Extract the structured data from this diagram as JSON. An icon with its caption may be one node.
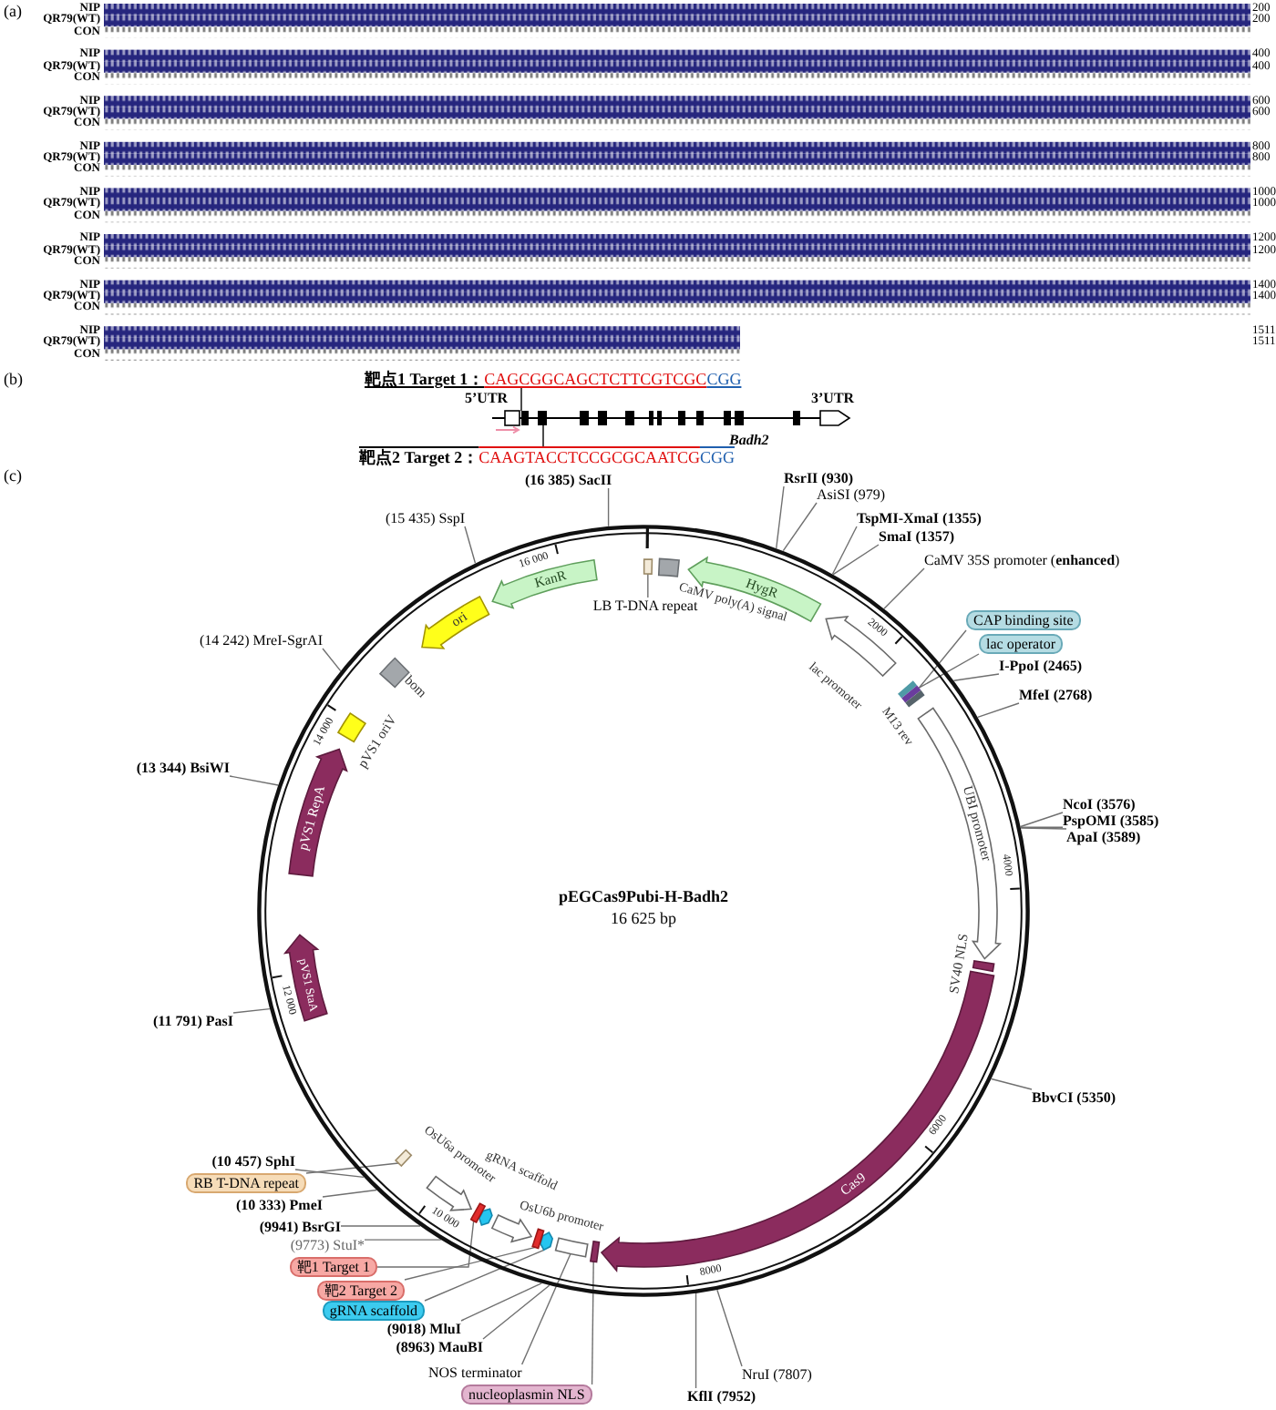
{
  "diagram": {
    "nodes": [
      {
        "text": [
          "靶点1 Target 1：",
          "CAGCGGCAGCTCTTCGTCGC",
          "CGG"
        ]
      },
      {
        "text": [],
        "shape": "picture",
        "beside": [
          "5’UTR",
          "3’UTR",
          "Badh2"
        ]
      },
      {
        "text": [
          "靶点2 Target 2：",
          "CAAGTACCTCCGCGCAATCG",
          "CGG"
        ]
      },
      {
        "text": [
          "pEGCas9Pubi-H-Badh2",
          "16 625 bp"
        ]
      },
      {
        "text": [],
        "shape": "box",
        "in": 3
      },
      {
        "text": [],
        "shape": "box",
        "beside": [
          "CaMV poly(A) signal"
        ],
        "in": 3
      },
      {
        "text": [
          "HygR"
        ],
        "in": 3
      },
      {
        "text": [],
        "shape": "arrow",
        "beside": [
          "lac promoter"
        ],
        "in": 3
      },
      {
        "text": [],
        "shape": "box",
        "beside": [
          "M13 rev"
        ],
        "in": 3
      },
      {
        "text": [
          "UBI promoter"
        ],
        "in": 3
      },
      {
        "text": [],
        "shape": "box",
        "beside": [
          "SV40 NLS"
        ],
        "in": 3
      },
      {
        "text": [
          "Cas9"
        ],
        "in": 3
      },
      {
        "text": [],
        "shape": "box",
        "in": 3
      },
      {
        "text": [],
        "shape": "box",
        "in": 3
      },
      {
        "text": [],
        "shape": "hexagon",
        "in": 3
      },
      {
        "text": [],
        "shape": "box",
        "in": 3
      },
      {
        "text": [],
        "shape": "arrow",
        "beside": [
          "OsU6b promoter"
        ],
        "in": 3
      },
      {
        "text": [],
        "shape": "hexagon",
        "in": 3
      },
      {
        "text": [],
        "shape": "box",
        "in": 3
      },
      {
        "text": [],
        "shape": "arrow",
        "beside": [
          "OsU6a promoter"
        ],
        "in": 3
      },
      {
        "text": [],
        "shape": "box",
        "in": 3
      },
      {
        "text": [
          "pVS1 StaA"
        ],
        "in": 3
      },
      {
        "text": [
          "pVS1 RepA"
        ],
        "in": 3
      },
      {
        "text": [],
        "shape": "box",
        "beside": [
          "pVS1 oriV"
        ],
        "in": 3
      },
      {
        "text": [],
        "shape": "box",
        "beside": [
          "bom"
        ],
        "in": 3
      },
      {
        "text": [
          "ori"
        ],
        "in": 3
      },
      {
        "text": [
          "KanR"
        ],
        "in": 3
      },
      {
        "text": [
          "(16 385) SacII"
        ]
      },
      {
        "text": [
          "RsrII (930)"
        ]
      },
      {
        "text": [
          "AsiSI (979)"
        ]
      },
      {
        "text": [
          "TspMI-XmaI (1355)"
        ]
      },
      {
        "text": [
          "SmaI (1357)"
        ]
      },
      {
        "text": [
          "CaMV 35S promoter (**enhanced**)"
        ]
      },
      {
        "text": [
          "CAP binding site"
        ]
      },
      {
        "text": [
          "lac operator"
        ]
      },
      {
        "text": [
          "I-PpoI (2465)"
        ]
      },
      {
        "text": [
          "MfeI (2768)"
        ]
      },
      {
        "text": [
          "NcoI (3576)"
        ]
      },
      {
        "text": [
          "PspOMI (3585)"
        ]
      },
      {
        "text": [
          "ApaI (3589)"
        ]
      },
      {
        "text": [
          "BbvCI (5350)"
        ]
      },
      {
        "text": [
          "NruI (7807)"
        ]
      },
      {
        "text": [
          "KflI (7952)"
        ]
      },
      {
        "text": [
          "nucleoplasmin NLS"
        ]
      },
      {
        "text": [
          "NOS terminator"
        ]
      },
      {
        "text": [
          "(8963) MauBI"
        ]
      },
      {
        "text": [
          "(9018) MluI"
        ]
      },
      {
        "text": [
          "gRNA scaffold"
        ]
      },
      {
        "text": [
          "靶2 Target 2"
        ]
      },
      {
        "text": [
          "靶1 Target 1"
        ]
      },
      {
        "text": [
          "(9773) StuI*"
        ]
      },
      {
        "text": [
          "(9941) BsrGI"
        ]
      },
      {
        "text": [
          "(10 333) PmeI"
        ]
      },
      {
        "text": [
          "RB T-DNA repeat"
        ]
      },
      {
        "text": [
          "(10 457) SphI"
        ]
      },
      {
        "text": [
          "(11 791) PasI"
        ]
      },
      {
        "text": [
          "(13 344) BsiWI"
        ]
      },
      {
        "text": [
          "(14 242) MreI-SgrAI"
        ]
      },
      {
        "text": [
          "(15 435) SspI"
        ]
      },
      {
        "text": [
          "LB T-DNA repeat"
        ],
        "in": 3
      }
    ],
    "edges": [
      {
        "from": 0,
        "to": 1,
        "arrow": "none",
        "color": "#000000"
      },
      {
        "from": 2,
        "to": 1,
        "arrow": "none",
        "color": "#000000"
      },
      {
        "from": 27,
        "to": 3,
        "arrow": "none"
      },
      {
        "from": 28,
        "to": 3,
        "arrow": "none"
      },
      {
        "from": 29,
        "to": 3,
        "arrow": "none"
      },
      {
        "from": 30,
        "to": 3,
        "arrow": "none"
      },
      {
        "from": 31,
        "to": 3,
        "arrow": "none"
      },
      {
        "from": 32,
        "to": 3,
        "arrow": "none"
      },
      {
        "from": 33,
        "to": 8,
        "arrow": "none"
      },
      {
        "from": 34,
        "to": 8,
        "arrow": "none"
      },
      {
        "from": 35,
        "to": 3,
        "arrow": "none"
      },
      {
        "from": 36,
        "to": 3,
        "arrow": "none"
      },
      {
        "from": 37,
        "to": 3,
        "arrow": "none"
      },
      {
        "from": 38,
        "to": 3,
        "arrow": "none"
      },
      {
        "from": 39,
        "to": 3,
        "arrow": "none"
      },
      {
        "from": 40,
        "to": 3,
        "arrow": "none"
      },
      {
        "from": 41,
        "to": 3,
        "arrow": "none"
      },
      {
        "from": 42,
        "to": 3,
        "arrow": "none"
      },
      {
        "from": 43,
        "to": 12,
        "arrow": "none"
      },
      {
        "from": 44,
        "to": 13,
        "arrow": "none"
      },
      {
        "from": 45,
        "to": 3,
        "arrow": "none"
      },
      {
        "from": 46,
        "to": 3,
        "arrow": "none"
      },
      {
        "from": 47,
        "to": 14,
        "arrow": "none"
      },
      {
        "from": 48,
        "to": 15,
        "arrow": "none"
      },
      {
        "from": 49,
        "to": 18,
        "arrow": "none"
      },
      {
        "from": 50,
        "to": 3,
        "arrow": "none"
      },
      {
        "from": 51,
        "to": 3,
        "arrow": "none"
      },
      {
        "from": 52,
        "to": 3,
        "arrow": "none"
      },
      {
        "from": 53,
        "to": 20,
        "arrow": "none"
      },
      {
        "from": 54,
        "to": 3,
        "arrow": "none"
      },
      {
        "from": 55,
        "to": 3,
        "arrow": "none"
      },
      {
        "from": 56,
        "to": 3,
        "arrow": "none"
      },
      {
        "from": 57,
        "to": 3,
        "arrow": "none"
      },
      {
        "from": 58,
        "to": 3,
        "arrow": "none"
      },
      {
        "from": 59,
        "to": 4,
        "arrow": "none"
      }
    ],
    "labels": [
      "(a)",
      "NIP",
      "200",
      "QR79(WT)",
      "200",
      "CON",
      "NIP",
      "400",
      "QR79(WT)",
      "400",
      "CON",
      "NIP",
      "600",
      "QR79(WT)",
      "600",
      "CON",
      "NIP",
      "800",
      "QR79(WT)",
      "800",
      "CON",
      "NIP",
      "1000",
      "QR79(WT)",
      "1000",
      "CON",
      "NIP",
      "1200",
      "QR79(WT)",
      "1200",
      "CON",
      "NIP",
      "1400",
      "QR79(WT)",
      "1400",
      "CON",
      "NIP",
      "1511",
      "QR79(WT)",
      "1511",
      "CON",
      "(b)",
      "(c)",
      "16 000",
      "2000",
      "4000",
      "6000",
      "8000",
      "10 000",
      "12 000",
      "14 000",
      "gRNA scaffold"
    ]
  }
}
